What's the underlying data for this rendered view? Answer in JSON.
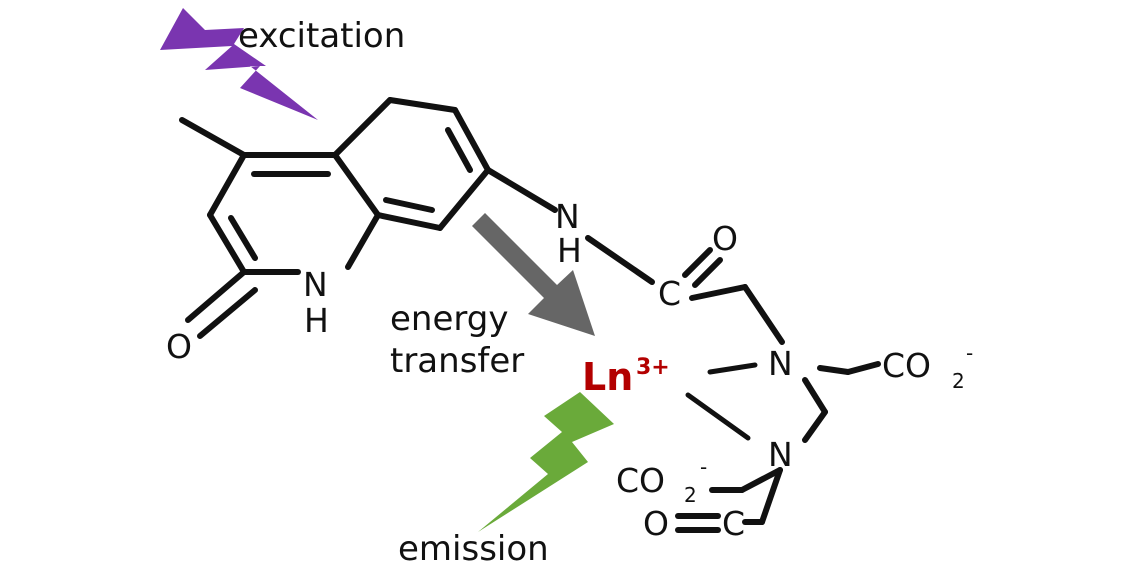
{
  "labels": {
    "excitation": "excitation",
    "energy_line1": "energy",
    "energy_line2": "transfer",
    "emission": "emission"
  },
  "ion": {
    "symbol": "Ln",
    "charge": "3+",
    "color": "#b30000"
  },
  "atoms": {
    "nh_amide_n": "N",
    "nh_amide_h": "H",
    "amide_o": "O",
    "amide_c": "C",
    "ring_n": "N",
    "ring_h": "H",
    "carbonyl_o": "O",
    "amine_n1": "N",
    "amine_n2": "N",
    "co2_right": "CO",
    "co2_right_sub": "2",
    "co2_right_charge": "-",
    "co2_left": "CO",
    "co2_left_sub": "2",
    "co2_left_charge": "-",
    "bottom_o": "O",
    "bottom_c": "C"
  },
  "colors": {
    "excitation_bolt": "#7a35b0",
    "energy_arrow": "#666666",
    "emission_bolt": "#6aaa3a"
  }
}
